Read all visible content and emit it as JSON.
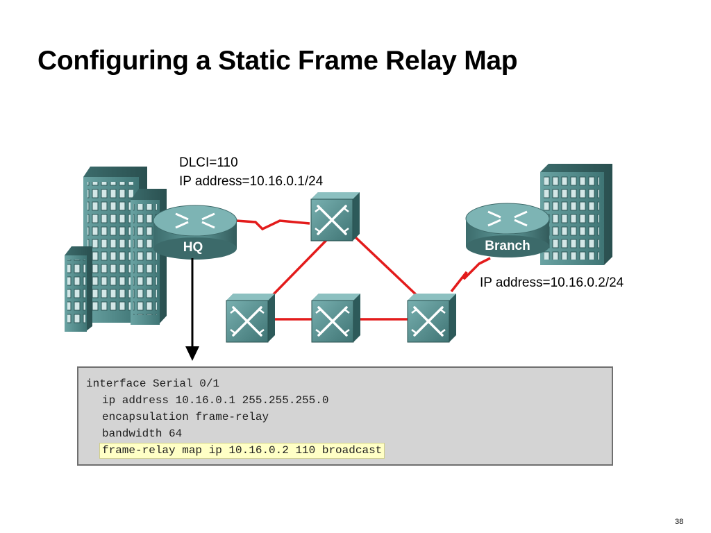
{
  "slide": {
    "title": "Configuring a Static Frame Relay Map",
    "page_number": "38"
  },
  "diagram": {
    "hq_router_label": "HQ",
    "branch_router_label": "Branch",
    "hq_dlci": "DLCI=110",
    "hq_ip": "IP address=10.16.0.1/24",
    "branch_ip": "IP address=10.16.0.2/24",
    "link_color": "#e31b1b",
    "device_color": "#4f8a8a"
  },
  "config": {
    "lines": [
      "interface Serial 0/1",
      "ip address 10.16.0.1 255.255.255.0",
      "encapsulation frame-relay",
      "bandwidth 64",
      "frame-relay map ip 10.16.0.2 110 broadcast"
    ],
    "highlight_color": "#ffffc6"
  }
}
